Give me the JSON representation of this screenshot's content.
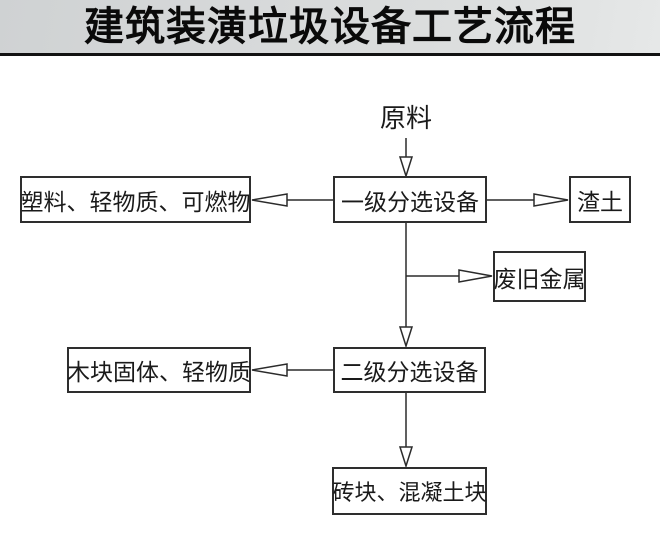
{
  "title": "建筑装潢垃圾设备工艺流程",
  "nodes": {
    "raw_material": "原料",
    "primary_sorting": "一级分选设备",
    "plastics_light_combustibles": "塑料、轻物质、可燃物",
    "slag_soil": "渣土",
    "scrap_metal": "废旧金属",
    "secondary_sorting": "二级分选设备",
    "wood_solids_light": "木块固体、轻物质",
    "bricks_concrete": "砖块、混凝土块"
  },
  "colors": {
    "header_background": "#d6d8d9",
    "header_rule": "#121212",
    "line": "#2b2b2b",
    "box_border": "#2e2e2e",
    "text": "#1a1a1a"
  }
}
